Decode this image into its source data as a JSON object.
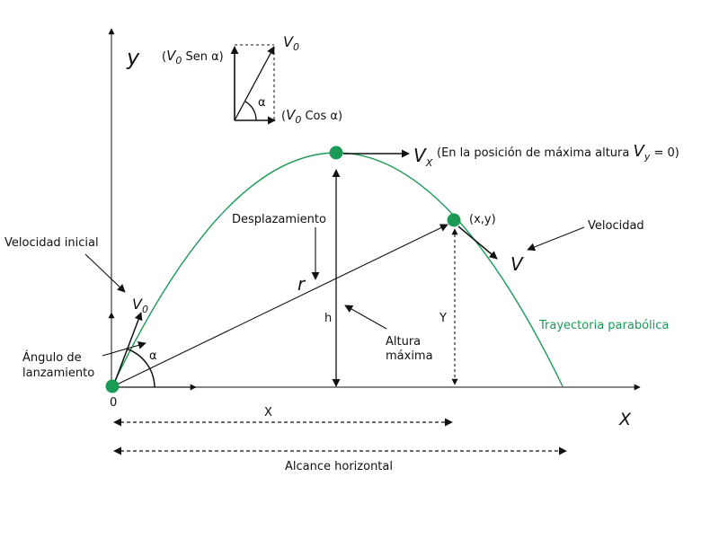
{
  "colors": {
    "trajectory": "#1a9a55",
    "points": "#1a9a55",
    "ink": "#111111"
  },
  "labels": {
    "y_axis": "y",
    "x_axis": "X",
    "origin": "0",
    "vector_v0": "V",
    "vector_v0_sub": "0",
    "v0_sen_prefix": "(",
    "v0_sen_letter": "V",
    "v0_sen_sub": "0",
    "v0_sen_suffix": " Sen α)",
    "v0_cos_prefix": "(",
    "v0_cos_letter": "V",
    "v0_cos_sub": "0",
    "v0_cos_suffix": " Cos α)",
    "inset_alpha": "α",
    "vx_letter": "V",
    "vx_sub": "X",
    "max_height_note_prefix": "(En la posición de máxima altura ",
    "vy_letter": "V",
    "vy_sub": "y",
    "max_height_note_suffix": " = 0)",
    "point_xy": "(x,y)",
    "velocity_label": "Velocidad",
    "velocity_vector": "V",
    "displacement_label": "Desplazamiento",
    "r_label": "r",
    "initial_velocity_label": "Velocidad inicial",
    "v0_near_origin_letter": "V",
    "v0_near_origin_sub": "0",
    "angle_label_line1": "Ángulo de",
    "angle_label_line2": "lanzamiento",
    "alpha": "α",
    "h_label": "h",
    "y_label": "Y",
    "altura_line1": "Altura",
    "altura_line2": "máxima",
    "trajectory_label": "Trayectoria parabólica",
    "x_distance_label": "X",
    "range_label": "Alcance horizontal"
  }
}
